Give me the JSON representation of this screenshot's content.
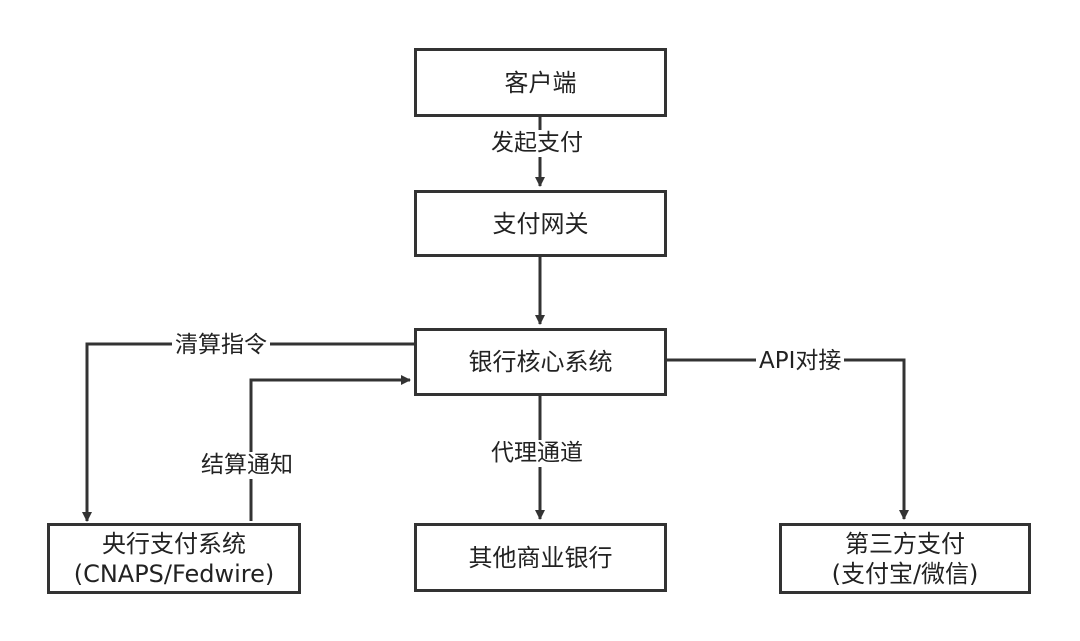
{
  "nodes": {
    "client": {
      "label": "客户端"
    },
    "gateway": {
      "label": "支付网关"
    },
    "core": {
      "label": "银行核心系统"
    },
    "central": {
      "line1": "央行支付系统",
      "line2": "(CNAPS/Fedwire)"
    },
    "other_bank": {
      "label": "其他商业银行"
    },
    "third_party": {
      "line1": "第三方支付",
      "line2": "(支付宝/微信)"
    }
  },
  "edges": {
    "initiate_payment": "发起支付",
    "clearing_instruction": "清算指令",
    "settlement_notice": "结算通知",
    "agent_channel": "代理通道",
    "api_integration": "API对接"
  },
  "colors": {
    "stroke": "#333333",
    "text": "#222222",
    "background": "#ffffff"
  }
}
